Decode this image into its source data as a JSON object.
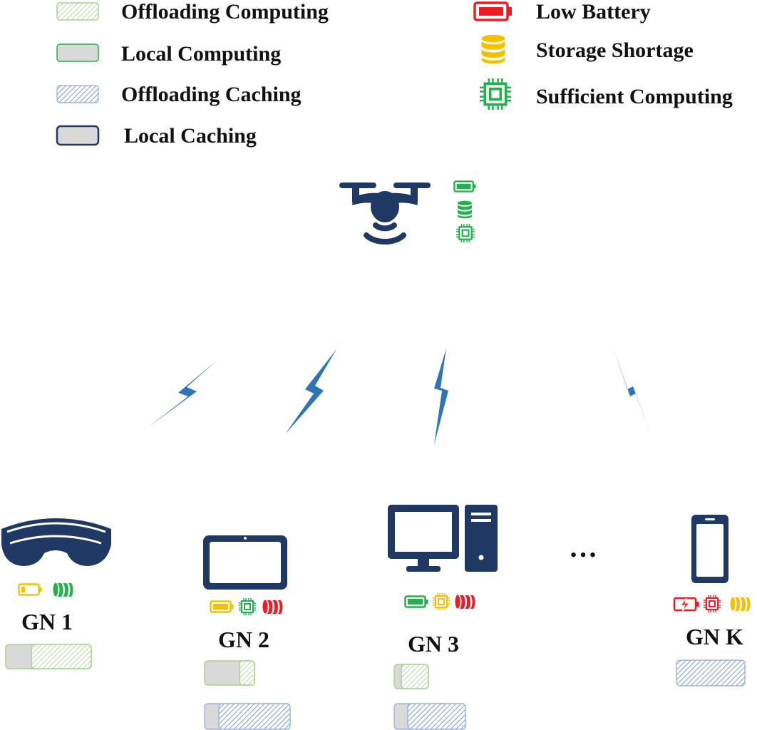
{
  "legend": {
    "offloading_computing": "Offloading Computing",
    "local_computing": "Local Computing",
    "offloading_caching": "Offloading Caching",
    "local_caching": "Local Caching",
    "low_battery": "Low Battery",
    "storage_shortage": "Storage Shortage",
    "sufficient_computing": "Sufficient Computing"
  },
  "nodes": {
    "gn1": "GN 1",
    "gn2": "GN 2",
    "gn3": "GN 3",
    "gnk": "GN K"
  },
  "ellipsis": "…",
  "colors": {
    "navy": "#1f3864",
    "link_blue": "#2e75b6",
    "green": "#22b14c",
    "yellow": "#f5c000",
    "red": "#ee1c24",
    "light_green_hatch": "#a9d18e",
    "blue_hatch": "#4472c4",
    "gray_fill": "#d9d9d9"
  }
}
